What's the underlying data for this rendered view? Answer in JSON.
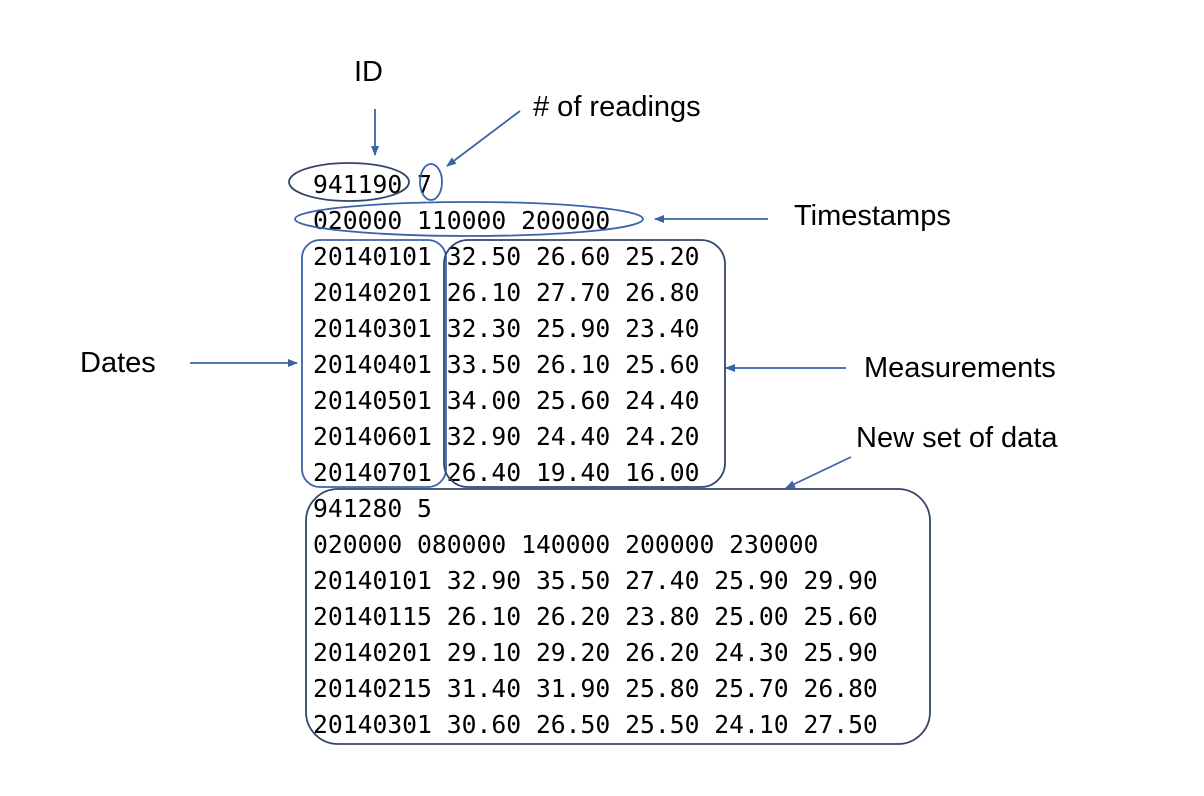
{
  "labels": {
    "id": "ID",
    "num_readings": "# of readings",
    "timestamps": "Timestamps",
    "dates": "Dates",
    "measurements": "Measurements",
    "new_set": "New set of data"
  },
  "code_lines": [
    "941190 7",
    "020000 110000 200000",
    "20140101 32.50 26.60 25.20",
    "20140201 26.10 27.70 26.80",
    "20140301 32.30 25.90 23.40",
    "20140401 33.50 26.10 25.60",
    "20140501 34.00 25.60 24.40",
    "20140601 32.90 24.40 24.20",
    "20140701 26.40 19.40 16.00",
    "941280 5",
    "020000 080000 140000 200000 230000",
    "20140101 32.90 35.50 27.40 25.90 29.90",
    "20140115 26.10 26.20 23.80 25.00 25.60",
    "20140201 29.10 29.20 26.20 24.30 25.90",
    "20140215 31.40 31.90 25.80 25.70 26.80",
    "20140301 30.60 26.50 25.50 24.10 27.50"
  ],
  "colors": {
    "annotation": "#3a64a8",
    "text": "#000000"
  }
}
